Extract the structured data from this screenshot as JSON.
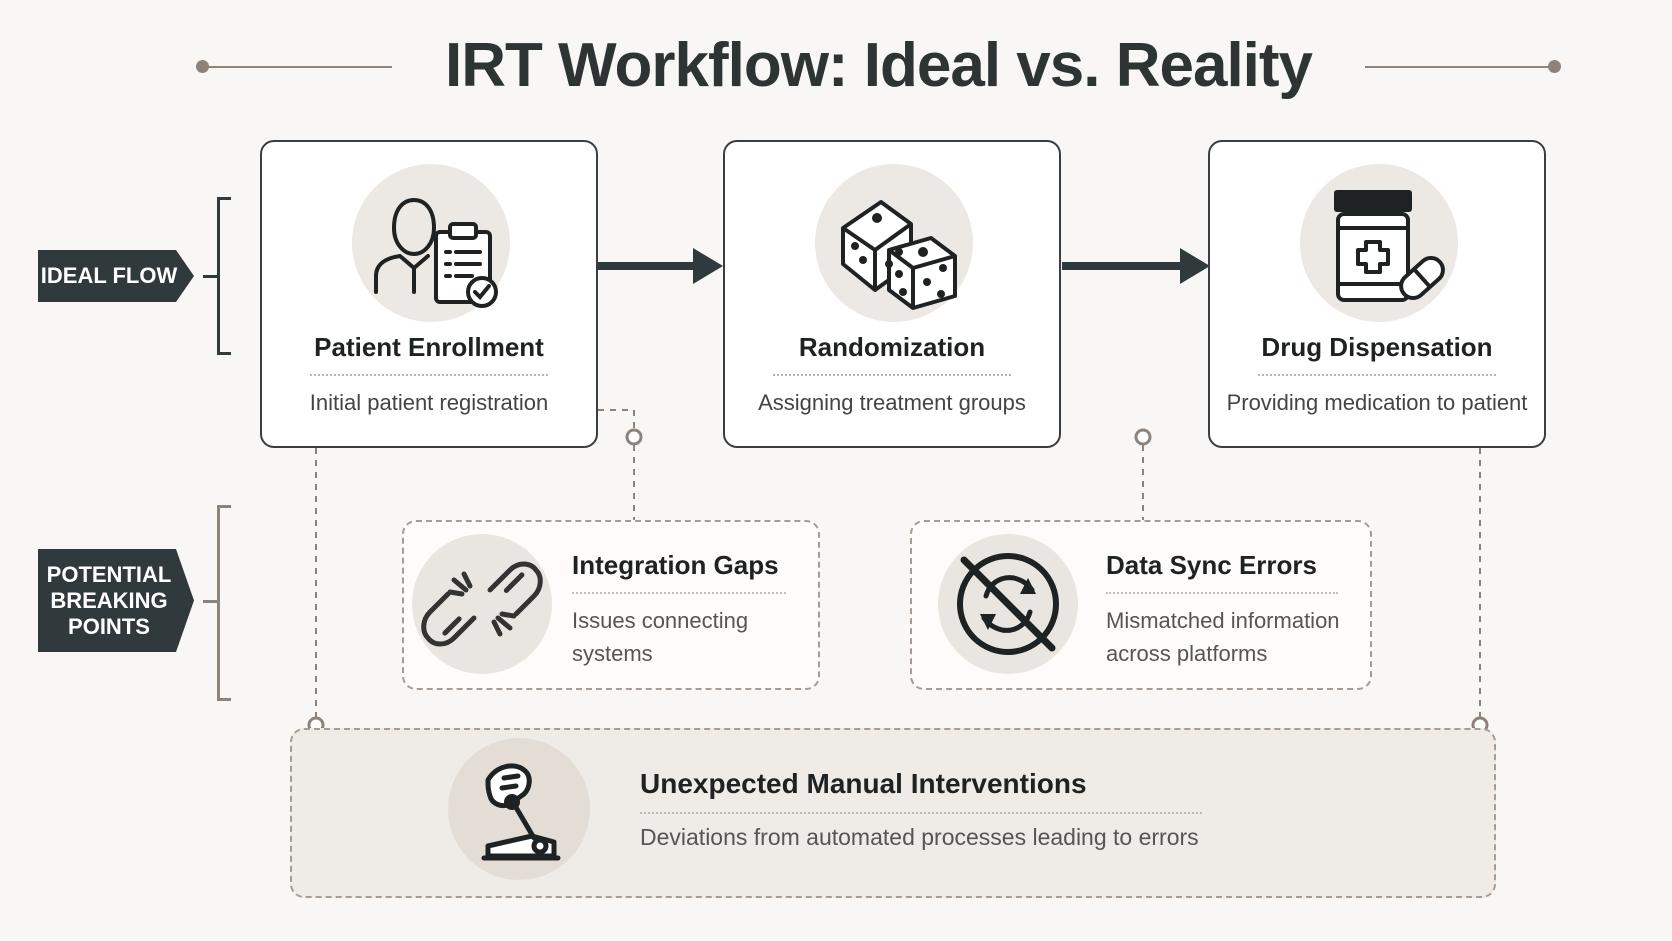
{
  "title": "IRT Workflow: Ideal vs. Reality",
  "sections": {
    "ideal_label": "IDEAL FLOW",
    "breaking_label_lines": [
      "POTENTIAL",
      "BREAKING",
      "POINTS"
    ]
  },
  "ideal_flow": [
    {
      "title": "Patient Enrollment",
      "description": "Initial patient registration",
      "icon": "patient-clipboard-icon"
    },
    {
      "title": "Randomization",
      "description": "Assigning treatment groups",
      "icon": "dice-icon"
    },
    {
      "title": "Drug Dispensation",
      "description": "Providing medication to patient",
      "icon": "medicine-bottle-icon"
    }
  ],
  "breaking_points": [
    {
      "title": "Integration Gaps",
      "description": "Issues connecting systems",
      "icon": "broken-link-icon"
    },
    {
      "title": "Data Sync Errors",
      "description": "Mismatched information across platforms",
      "icon": "no-sync-icon"
    }
  ],
  "manual_intervention": {
    "title": "Unexpected Manual Interventions",
    "description": "Deviations from automated processes leading to errors",
    "icon": "hand-lever-icon"
  },
  "colors": {
    "dark": "#303a3c",
    "accent_brown": "#8d837a",
    "circle_fill": "#ece8e3",
    "background": "#f8f7f5"
  }
}
